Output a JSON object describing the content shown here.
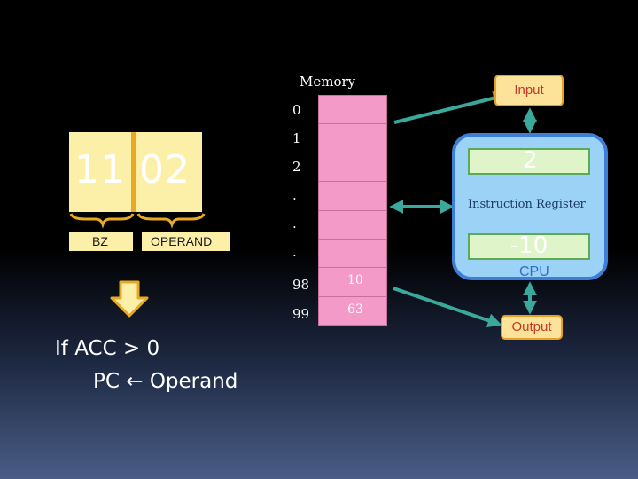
{
  "memory": {
    "title": "Memory",
    "addresses": [
      "0",
      "1",
      "2",
      ".",
      ".",
      ".",
      "98",
      "99"
    ],
    "values": [
      "",
      "",
      "",
      "",
      "",
      "",
      "10",
      "63"
    ]
  },
  "instruction": {
    "value": "11 02",
    "opcode_label": "BZ",
    "operand_label": "OPERAND"
  },
  "cpu": {
    "top_register_value": "2",
    "instruction_register_label": "Instruction Register",
    "accumulator_value": "-10",
    "label": "CPU"
  },
  "io": {
    "input_label": "Input",
    "output_label": "Output"
  },
  "condition": {
    "line1": "If ACC > 0",
    "line2": "PC ← Operand"
  },
  "colors": {
    "memory_cell": "#f49ac9",
    "cpu_fill": "#9dd2f7",
    "cpu_border": "#3d7fd8",
    "register_fill": "#dff5c9",
    "arrow": "#3aa89a",
    "instruction_box": "#fcefa8"
  }
}
